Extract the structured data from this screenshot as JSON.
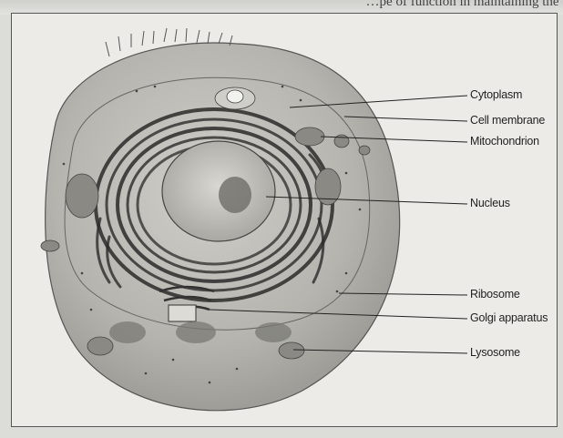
{
  "header_text": "…pe of function in maintaining the c",
  "labels": {
    "cytoplasm": "Cytoplasm",
    "cell_membrane": "Cell membrane",
    "mitochondrion": "Mitochondrion",
    "nucleus": "Nucleus",
    "ribosome": "Ribosome",
    "golgi": "Golgi apparatus",
    "lysosome": "Lysosome"
  },
  "colors": {
    "background": "#ecebe7",
    "cell_fill": "#b9b8b2",
    "ink": "#2a2a2a"
  }
}
